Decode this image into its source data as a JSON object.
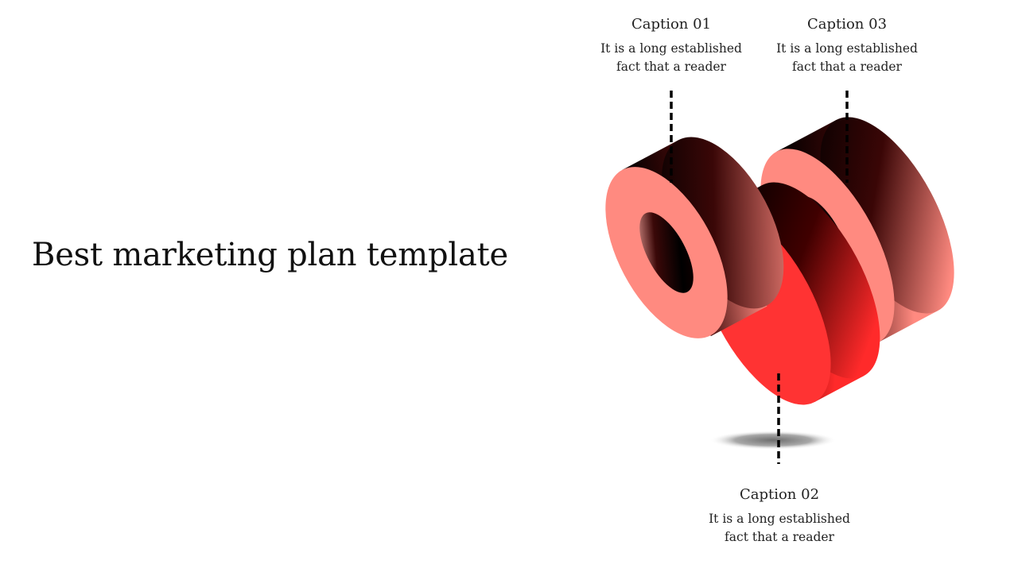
{
  "slide": {
    "title": "Best marketing plan template"
  },
  "captions": [
    {
      "id": "01",
      "title": "Caption 01",
      "line1": "It is a long established",
      "line2": "fact that a reader"
    },
    {
      "id": "02",
      "title": "Caption 02",
      "line1": "It is a long established",
      "line2": "fact that a reader"
    },
    {
      "id": "03",
      "title": "Caption 03",
      "line1": "It is a long established",
      "line2": "fact that a reader"
    }
  ],
  "colors": {
    "ring_face": "#ff8a80",
    "ring_middle": "#ff3333",
    "ring_dark": "#2a0000",
    "connector": "#000000"
  }
}
